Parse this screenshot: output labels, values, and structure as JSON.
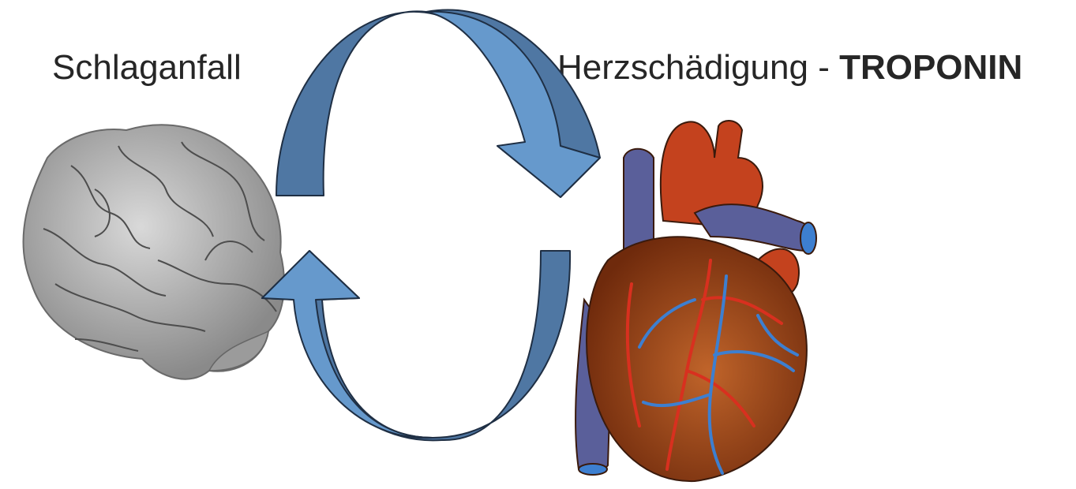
{
  "labels": {
    "left": "Schlaganfall",
    "right_prefix": "Herzschädigung - ",
    "right_bold": "TROPONIN"
  },
  "icons": {
    "left": "brain-icon",
    "right": "heart-icon",
    "cycle": "cycle-arrows-icon"
  },
  "colors": {
    "arrow_face": "#6699cc",
    "arrow_inner": "#4f77a3",
    "arrow_stroke": "#1f2f44",
    "brain": "#b9b9b9",
    "heart": "#a24a1a",
    "vessel_red": "#d8301f",
    "vessel_blue": "#3d7fd0",
    "vein": "#5a5f9a"
  }
}
